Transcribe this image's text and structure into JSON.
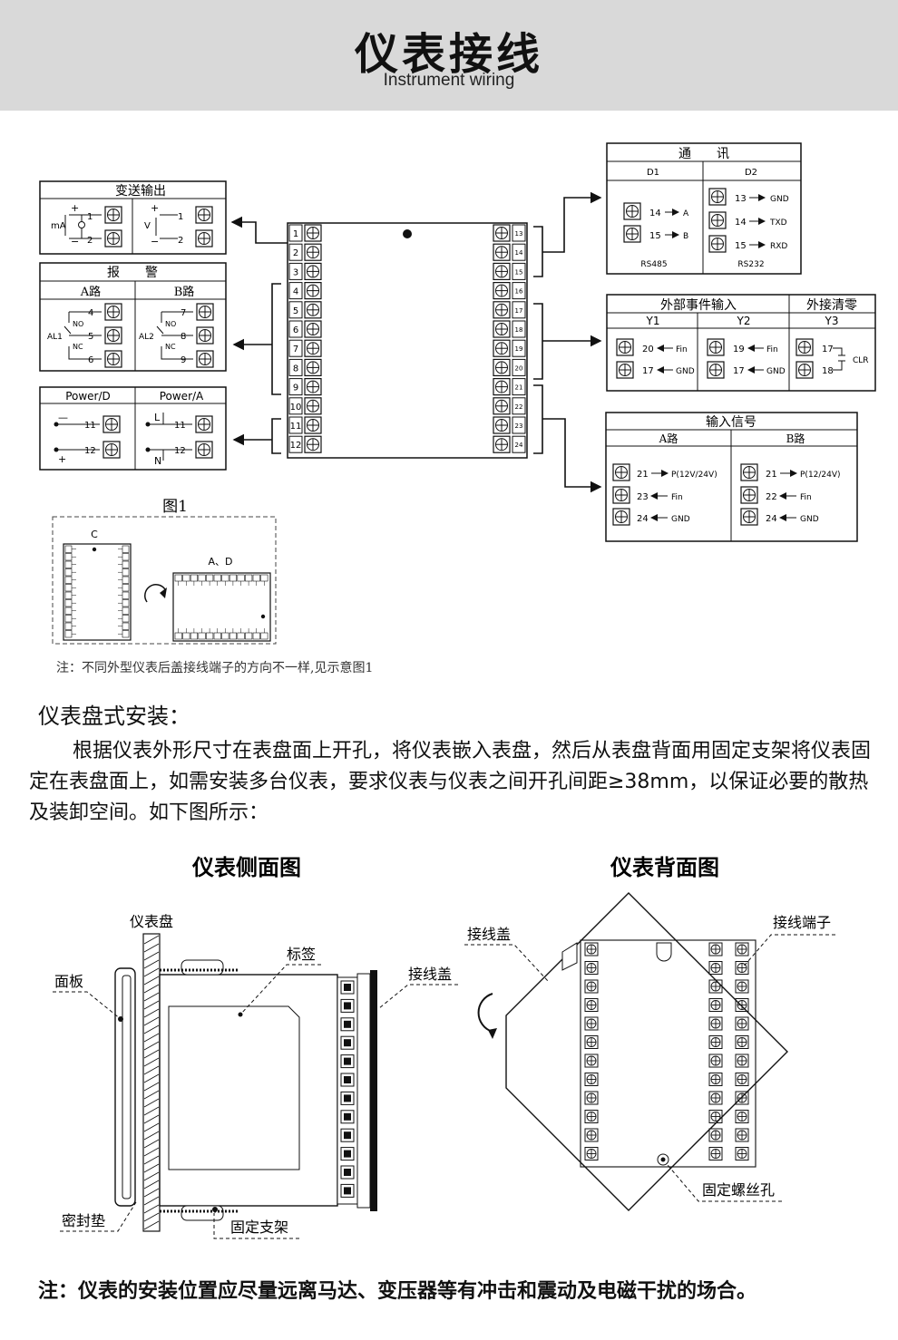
{
  "header": {
    "title": "仪表接线",
    "subtitle": "Instrument wiring"
  },
  "boxes": {
    "transmit": {
      "title": "变送输出",
      "ma": "mA",
      "v": "V",
      "t1": "1",
      "t2": "2"
    },
    "alarm": {
      "title": "报　　警",
      "a": "A路",
      "b": "B路",
      "al1": "AL1",
      "al2": "AL2",
      "no": "NO",
      "nc": "NC",
      "a_terms": [
        "4",
        "5",
        "6"
      ],
      "b_terms": [
        "7",
        "8",
        "9"
      ]
    },
    "power": {
      "d": "Power/D",
      "a": "Power/A",
      "t11": "11",
      "t12": "12",
      "l": "L",
      "n": "N",
      "minus": "—",
      "plus": "+"
    },
    "comm": {
      "title": "通　　讯",
      "d1": "D1",
      "d2": "D2",
      "d1_rows": [
        {
          "t": "14",
          "s": "A"
        },
        {
          "t": "15",
          "s": "B"
        }
      ],
      "d2_rows": [
        {
          "t": "13",
          "s": "GND"
        },
        {
          "t": "14",
          "s": "TXD"
        },
        {
          "t": "15",
          "s": "RXD"
        }
      ],
      "rs485": "RS485",
      "rs232": "RS232"
    },
    "event": {
      "title": "外部事件输入",
      "clear": "外接清零",
      "y1": "Y1",
      "y2": "Y2",
      "y3": "Y3",
      "y1_rows": [
        {
          "t": "20",
          "s": "Fin"
        },
        {
          "t": "17",
          "s": "GND"
        }
      ],
      "y2_rows": [
        {
          "t": "19",
          "s": "Fin"
        },
        {
          "t": "17",
          "s": "GND"
        }
      ],
      "y3_rows": [
        "17",
        "18"
      ],
      "clr": "CLR"
    },
    "input": {
      "title": "输入信号",
      "a": "A路",
      "b": "B路",
      "a_rows": [
        {
          "t": "21",
          "s": "P(12V/24V)"
        },
        {
          "t": "23",
          "s": "Fin"
        },
        {
          "t": "24",
          "s": "GND"
        }
      ],
      "b_rows": [
        {
          "t": "21",
          "s": "P(12/24V)"
        },
        {
          "t": "22",
          "s": "Fin"
        },
        {
          "t": "24",
          "s": "GND"
        }
      ]
    }
  },
  "terminal_block": {
    "left": [
      "1",
      "2",
      "3",
      "4",
      "5",
      "6",
      "7",
      "8",
      "9",
      "10",
      "11",
      "12"
    ],
    "right": [
      "13",
      "14",
      "15",
      "16",
      "17",
      "18",
      "19",
      "20",
      "21",
      "22",
      "23",
      "24"
    ]
  },
  "figure1": {
    "caption": "图1",
    "c": "C",
    "ad": "A、D"
  },
  "note1": "注：不同外型仪表后盖接线端子的方向不一样,见示意图1",
  "install": {
    "title": "仪表盘式安装：",
    "para": "根据仪表外形尺寸在表盘面上开孔，将仪表嵌入表盘，然后从表盘背面用固定支架将仪表固定在表盘面上，如需安装多台仪表，要求仪表与仪表之间开孔间距≥38mm，以保证必要的散热及装卸空间。如下图所示：",
    "side_title": "仪表侧面图",
    "back_title": "仪表背面图",
    "labels": {
      "panel": "仪表盘",
      "face": "面板",
      "label": "标签",
      "cover": "接线盖",
      "seal": "密封垫",
      "bracket": "固定支架",
      "cover2": "接线盖",
      "terminal": "接线端子",
      "screw": "固定螺丝孔"
    }
  },
  "bottom_note": "注：仪表的安装位置应尽量远离马达、变压器等有冲击和震动及电磁干扰的场合。"
}
